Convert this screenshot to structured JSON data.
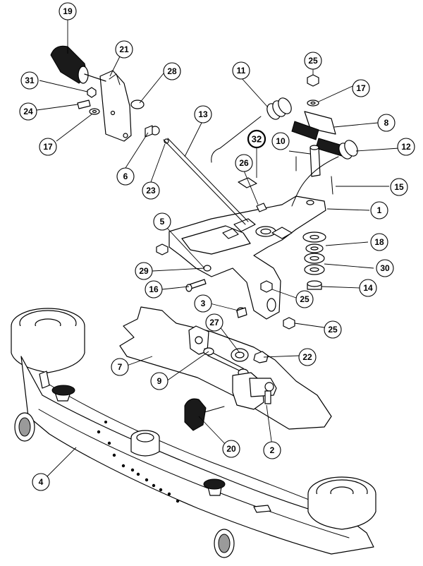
{
  "diagram": {
    "callouts": [
      {
        "id": "c19",
        "label": "19"
      },
      {
        "id": "c21",
        "label": "21"
      },
      {
        "id": "c28",
        "label": "28"
      },
      {
        "id": "c31",
        "label": "31"
      },
      {
        "id": "c24",
        "label": "24"
      },
      {
        "id": "c17a",
        "label": "17"
      },
      {
        "id": "c6",
        "label": "6"
      },
      {
        "id": "c23",
        "label": "23"
      },
      {
        "id": "c13",
        "label": "13"
      },
      {
        "id": "c11",
        "label": "11"
      },
      {
        "id": "c25a",
        "label": "25"
      },
      {
        "id": "c17b",
        "label": "17"
      },
      {
        "id": "c8",
        "label": "8"
      },
      {
        "id": "c10",
        "label": "10"
      },
      {
        "id": "c12",
        "label": "12"
      },
      {
        "id": "c32",
        "label": "32"
      },
      {
        "id": "c26",
        "label": "26"
      },
      {
        "id": "c15",
        "label": "15"
      },
      {
        "id": "c1",
        "label": "1"
      },
      {
        "id": "c5",
        "label": "5"
      },
      {
        "id": "c18",
        "label": "18"
      },
      {
        "id": "c30",
        "label": "30"
      },
      {
        "id": "c29",
        "label": "29"
      },
      {
        "id": "c16",
        "label": "16"
      },
      {
        "id": "c14",
        "label": "14"
      },
      {
        "id": "c25b",
        "label": "25"
      },
      {
        "id": "c3",
        "label": "3"
      },
      {
        "id": "c25c",
        "label": "25"
      },
      {
        "id": "c27",
        "label": "27"
      },
      {
        "id": "c22",
        "label": "22"
      },
      {
        "id": "c7",
        "label": "7"
      },
      {
        "id": "c9",
        "label": "9"
      },
      {
        "id": "c20",
        "label": "20"
      },
      {
        "id": "c2",
        "label": "2"
      },
      {
        "id": "c4",
        "label": "4"
      }
    ]
  }
}
